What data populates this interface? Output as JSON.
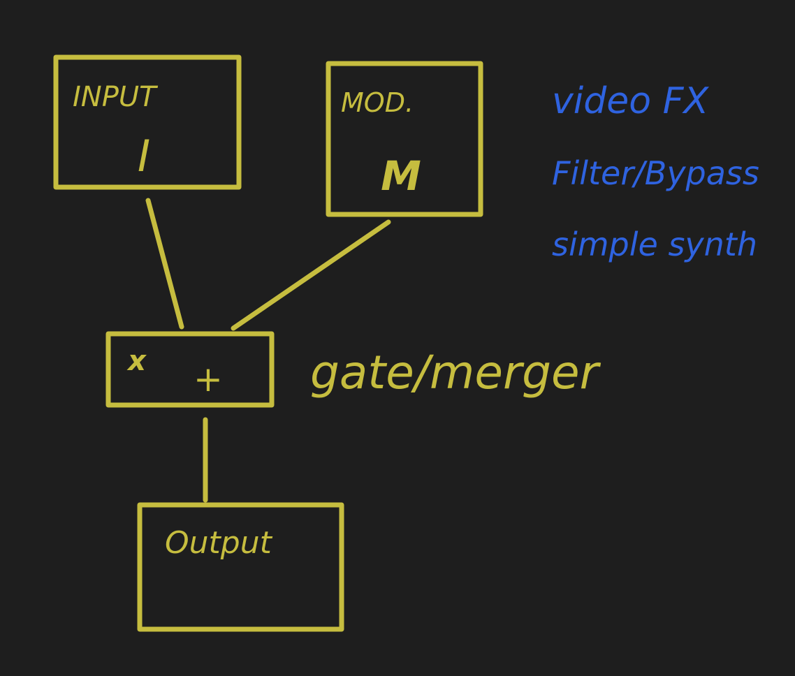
{
  "colors": {
    "background": "#1e1e1e",
    "diagram": "#c6bd3f",
    "notes": "#2f63e0"
  },
  "nodes": {
    "input": {
      "title": "INPUT",
      "symbol": "I"
    },
    "mod": {
      "title": "MOD.",
      "symbol": "M"
    },
    "gate": {
      "times": "x",
      "plus": "+",
      "caption": "gate/merger"
    },
    "output": {
      "title": "Output"
    }
  },
  "notes": {
    "lines": [
      "video FX",
      "Filter/Bypass",
      "simple synth"
    ]
  }
}
